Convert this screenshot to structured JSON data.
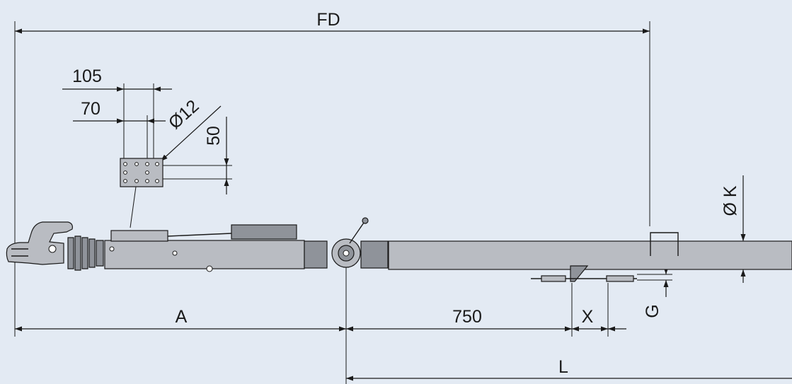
{
  "labels": {
    "fd": "FD",
    "a": "A",
    "l": "L",
    "x": "X",
    "g": "G",
    "ok": "Ø K",
    "d750": "750",
    "d105": "105",
    "d70": "70",
    "d50": "50",
    "d12": "Ø12"
  },
  "colors": {
    "background": "#e3eaf3",
    "part_fill": "#b9bcc2",
    "part_dark": "#8f939a",
    "line": "#1a1a1a"
  }
}
